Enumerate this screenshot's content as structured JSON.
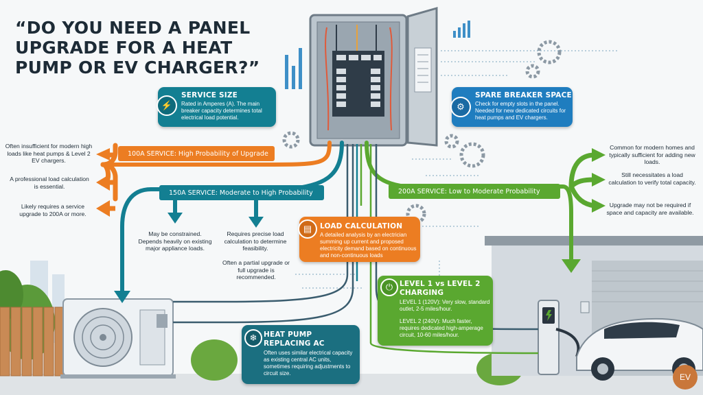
{
  "title": "“DO YOU NEED A PANEL UPGRADE FOR A HEAT PUMP OR EV CHARGER?”",
  "colors": {
    "teal": "#137f92",
    "orange": "#ec7d22",
    "blue": "#1f7dbf",
    "green": "#5aa830",
    "dark_teal": "#1b6f80",
    "text": "#1d2b36"
  },
  "service_size": {
    "title": "SERVICE SIZE",
    "text": "Rated in Amperes (A). The main breaker capacity determines total electrical load potential.",
    "icon": "lightning-icon"
  },
  "spare_breaker": {
    "title": "SPARE BREAKER SPACE",
    "text": "Check for empty slots in the panel. Needed for new dedicated circuits for heat pumps and EV chargers.",
    "icon": "gear-icon"
  },
  "service_100": {
    "label": "100A SERVICE: High Probability of Upgrade",
    "notes": [
      "Often insufficient for modern high loads like heat pumps & Level 2 EV chargers.",
      "A professional load calculation is essential.",
      "Likely requires a service upgrade to 200A or more."
    ]
  },
  "service_150": {
    "label": "150A SERVICE: Moderate to High Probability",
    "notes": [
      "May be constrained. Depends heavily on existing major appliance loads.",
      "Requires precise load calculation to determine feasibility.",
      "Often a partial upgrade or full upgrade is recommended."
    ]
  },
  "service_200": {
    "label": "200A SERVICE: Low to Moderate Probability",
    "notes": [
      "Common for modern homes and typically sufficient for adding new loads.",
      "Still necessitates a load calculation to verify total capacity.",
      "Upgrade may not be required if space and capacity are available."
    ]
  },
  "load_calc": {
    "title": "LOAD CALCULATION",
    "text": "A detailed analysis by an electrician summing up current and proposed electricity demand based on continuous and non-continuous loads",
    "icon": "document-icon"
  },
  "level_charging": {
    "title": "LEVEL 1 vs LEVEL 2 CHARGING",
    "level1": "LEVEL 1 (120V): Very slow, standard outlet, 2-5 miles/hour.",
    "level2": "LEVEL 2 (240V): Much faster, requires dedicated high-amperage circuit, 10-60 miles/hour.",
    "icon": "plug-icon"
  },
  "heat_pump": {
    "title": "HEAT PUMP REPLACING AC",
    "text": "Often uses similar electrical capacity as existing central AC units, sometimes requiring adjustments to circuit size.",
    "icon": "snowflake-icon"
  },
  "badge": "EV"
}
